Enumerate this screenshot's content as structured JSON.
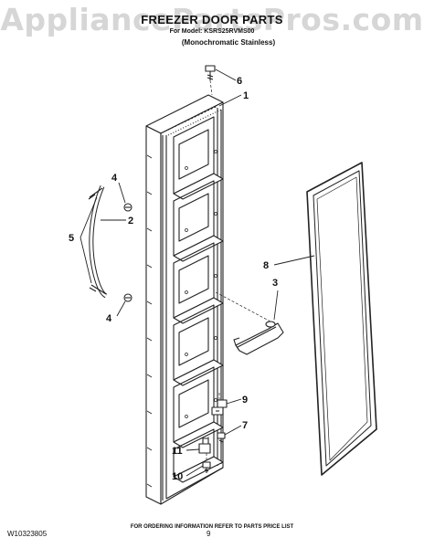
{
  "watermark": "AppliancePartsPros.com",
  "header": {
    "title": "FREEZER DOOR PARTS",
    "model_line": "For Model: KSRS25RVMS00",
    "variant": "(Monochromatic Stainless)"
  },
  "callouts": [
    "6",
    "1",
    "4",
    "2",
    "5",
    "8",
    "3",
    "4",
    "9",
    "7",
    "11",
    "10"
  ],
  "footer": {
    "ordering_note": "FOR ORDERING INFORMATION REFER TO PARTS PRICE LIST",
    "doc_number": "W10323805",
    "page_number": "9"
  }
}
